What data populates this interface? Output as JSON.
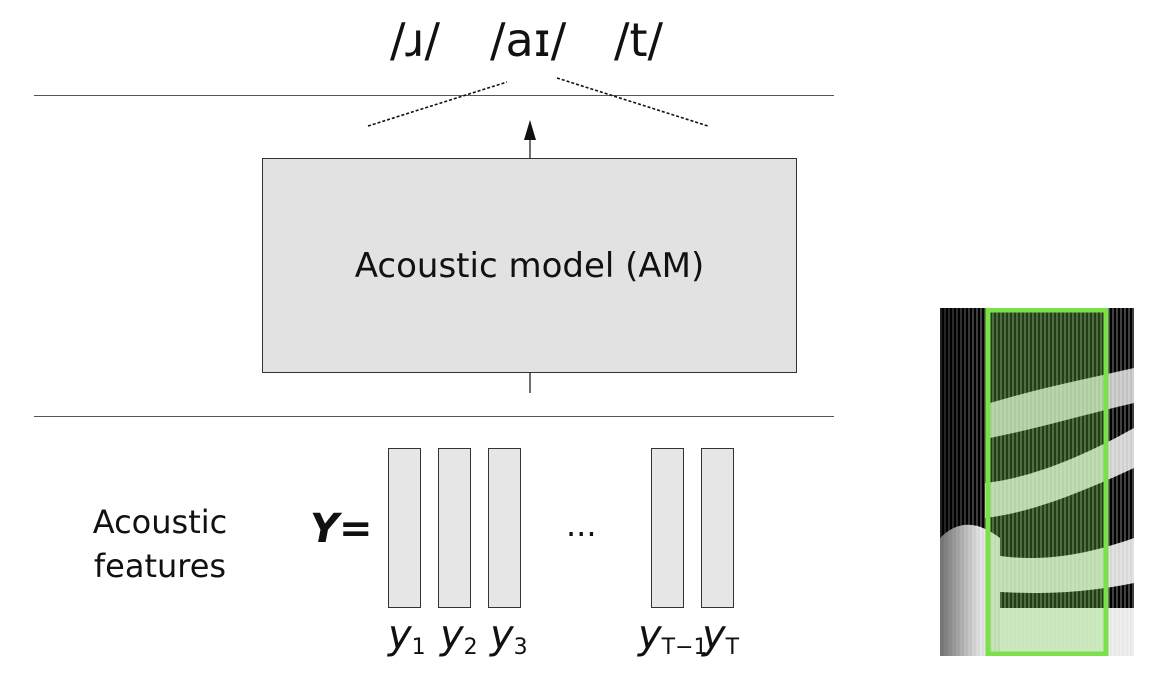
{
  "phonemes": [
    "/ɹ/",
    "/aɪ/",
    "/t/"
  ],
  "model": {
    "label": "Acoustic model (AM)"
  },
  "features": {
    "label_line1": "Acoustic",
    "label_line2": "features",
    "matrix_symbol": "Y",
    "equals": "=",
    "ellipsis": "...",
    "columns": [
      {
        "sym": "y",
        "sub": "1"
      },
      {
        "sym": "y",
        "sub": "2"
      },
      {
        "sym": "y",
        "sub": "3"
      },
      {
        "sym": "y",
        "sub": "T−1"
      },
      {
        "sym": "y",
        "sub": "T"
      }
    ]
  },
  "colors": {
    "box_fill": "#e2e2e2",
    "highlight": "#7be04a"
  }
}
